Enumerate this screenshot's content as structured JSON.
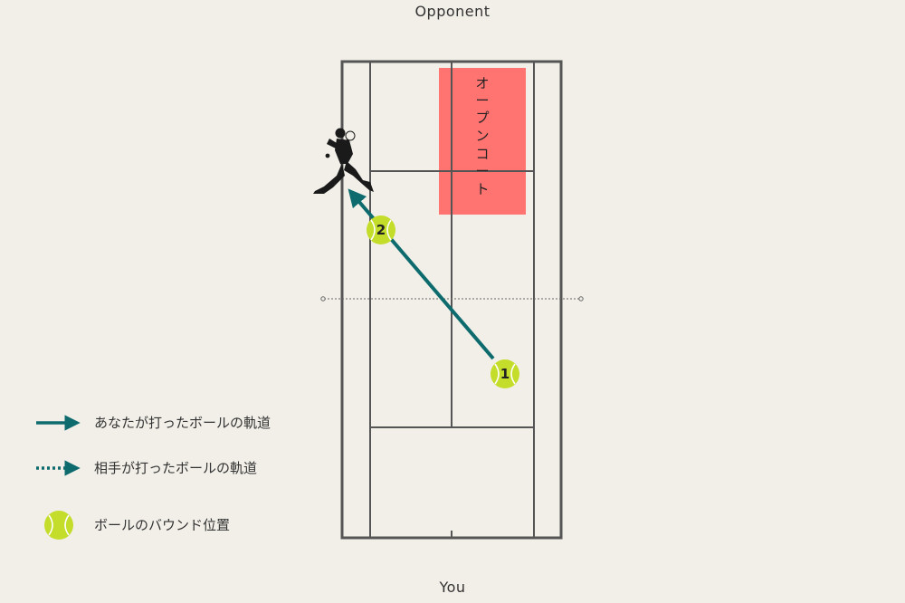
{
  "labels": {
    "top": "Opponent",
    "bottom": "You"
  },
  "open_court": {
    "text": "オープンコート",
    "color": "#ff7370"
  },
  "balls": [
    {
      "number": "1"
    },
    {
      "number": "2"
    }
  ],
  "legend": {
    "your_shot": "あなたが打ったボールの軌道",
    "opponent_shot": "相手が打ったボールの軌道",
    "bounce": "ボールのバウンド位置"
  },
  "colors": {
    "background": "#f1efe8",
    "court_line": "#555555",
    "trajectory": "#0d6b6e",
    "ball": "#c4dc2a"
  }
}
